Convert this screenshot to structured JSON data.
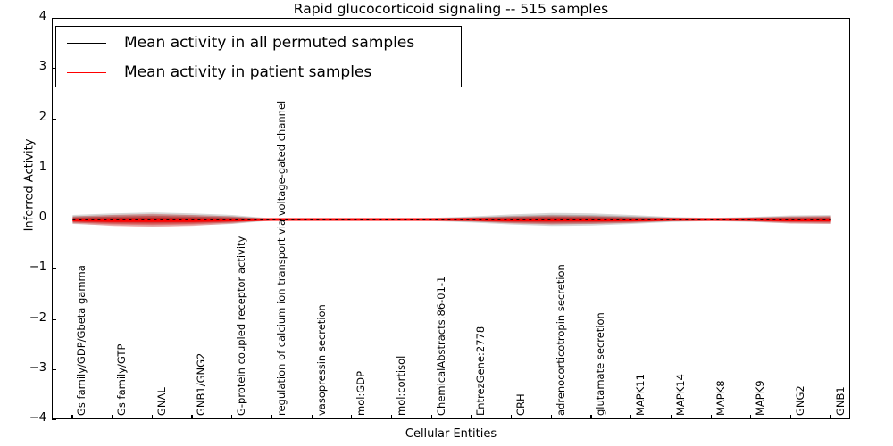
{
  "chart_data": {
    "type": "line",
    "title": "Rapid glucocorticoid signaling -- 515 samples",
    "xlabel": "Cellular Entities",
    "ylabel": "Inferred Activity",
    "ylim": [
      -4,
      4
    ],
    "yticks": [
      -4,
      -3,
      -2,
      -1,
      0,
      1,
      2,
      3,
      4
    ],
    "ytick_labels": [
      "−4",
      "−3",
      "−2",
      "−1",
      "0",
      "1",
      "2",
      "3",
      "4"
    ],
    "grid": false,
    "legend_position": "upper left",
    "categories": [
      "Gs family/GDP/Gbeta gamma",
      "Gs family/GTP",
      "GNAL",
      "GNB1/GNG2",
      "G-protein coupled receptor activity",
      "regulation of calcium ion transport via voltage-gated channel",
      "vasopressin secretion",
      "mol:GDP",
      "mol:cortisol",
      "ChemicalAbstracts:86-01-1",
      "EntrezGene:2778",
      "CRH",
      "adrenocorticotropin secretion",
      "glutamate secretion",
      "MAPK11",
      "MAPK14",
      "MAPK8",
      "MAPK9",
      "GNG2",
      "GNB1"
    ],
    "series": [
      {
        "name": "Mean activity in all permuted samples",
        "color": "#000000",
        "style": "dotted",
        "values": [
          0.0,
          0.0,
          0.0,
          0.0,
          0.0,
          0.0,
          0.0,
          0.0,
          0.0,
          0.0,
          0.0,
          0.0,
          0.0,
          0.0,
          0.0,
          0.0,
          0.0,
          0.0,
          0.0,
          0.0
        ],
        "band_halfwidth": [
          0.09,
          0.12,
          0.14,
          0.12,
          0.09,
          0.02,
          0.02,
          0.02,
          0.02,
          0.03,
          0.06,
          0.1,
          0.13,
          0.12,
          0.09,
          0.05,
          0.03,
          0.05,
          0.08,
          0.09
        ]
      },
      {
        "name": "Mean activity in patient samples",
        "color": "#ff0000",
        "style": "solid",
        "values": [
          -0.01,
          -0.02,
          -0.02,
          -0.02,
          -0.01,
          0.0,
          0.0,
          0.0,
          0.0,
          0.0,
          0.0,
          -0.01,
          -0.01,
          -0.01,
          -0.01,
          0.0,
          0.0,
          0.0,
          -0.01,
          -0.01
        ],
        "band_halfwidth": [
          0.07,
          0.11,
          0.13,
          0.11,
          0.07,
          0.01,
          0.01,
          0.01,
          0.01,
          0.02,
          0.04,
          0.07,
          0.09,
          0.08,
          0.06,
          0.03,
          0.02,
          0.04,
          0.07,
          0.08
        ]
      }
    ]
  },
  "legend": {
    "entries": [
      {
        "label": "Mean activity in all permuted samples",
        "color": "#000000"
      },
      {
        "label": "Mean activity in patient samples",
        "color": "#ff0000"
      }
    ]
  }
}
